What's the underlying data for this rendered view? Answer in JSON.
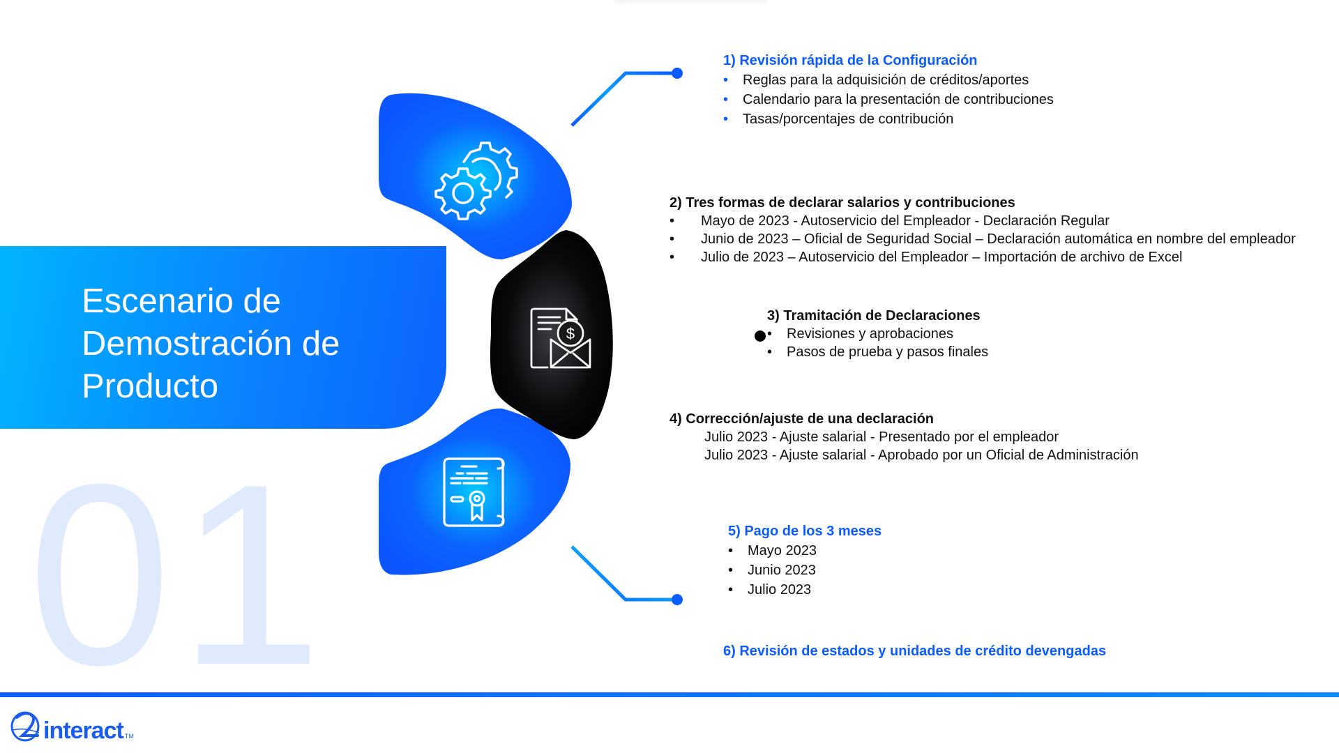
{
  "slide": {
    "number": "01",
    "title_lines": [
      "Escenario de",
      "Demostración de",
      "Producto"
    ]
  },
  "icons": {
    "top": "gears-icon",
    "middle": "document-payment-envelope-icon",
    "bottom": "certificate-scroll-icon"
  },
  "sections": [
    {
      "title": "1) Revisión rápida de la Configuración",
      "title_color": "#0b5cff",
      "items": [
        "Reglas para la adquisición de créditos/aportes",
        "Calendario para la presentación de contribuciones",
        "Tasas/porcentajes de contribución"
      ]
    },
    {
      "title": "2) Tres formas de declarar salarios y contribuciones",
      "title_color": "#111111",
      "items": [
        "Mayo de 2023 - Autoservicio del Empleador - Declaración Regular",
        "Junio de 2023 – Oficial de Seguridad Social – Declaración automática en nombre del empleador",
        "Julio de 2023 – Autoservicio del Empleador – Importación de archivo de Excel"
      ]
    },
    {
      "title": "3) Tramitación de Declaraciones",
      "title_color": "#111111",
      "items": [
        "Revisiones y aprobaciones",
        "Pasos de prueba y pasos finales"
      ]
    },
    {
      "title": "4) Corrección/ajuste de una declaración",
      "title_color": "#111111",
      "items": [
        "Julio 2023 - Ajuste salarial - Presentado por el empleador",
        "Julio 2023 - Ajuste salarial - Aprobado por un Oficial de Administración"
      ]
    },
    {
      "title": "5) Pago de los 3 meses",
      "title_color": "#0b5cff",
      "items": [
        "Mayo 2023",
        "Junio 2023",
        "Julio 2023"
      ]
    },
    {
      "title": "6) Revisión de estados y unidades de crédito devengadas",
      "title_color": "#0b5cff",
      "items": []
    }
  ],
  "bullet_char": "•",
  "footer": {
    "logo_text": "interact",
    "logo_tm": "TM"
  },
  "colors": {
    "accent_blue": "#0b5cff",
    "light_blue": "#00b4ff",
    "watermark": "#dfeafc",
    "dark": "#000000"
  }
}
